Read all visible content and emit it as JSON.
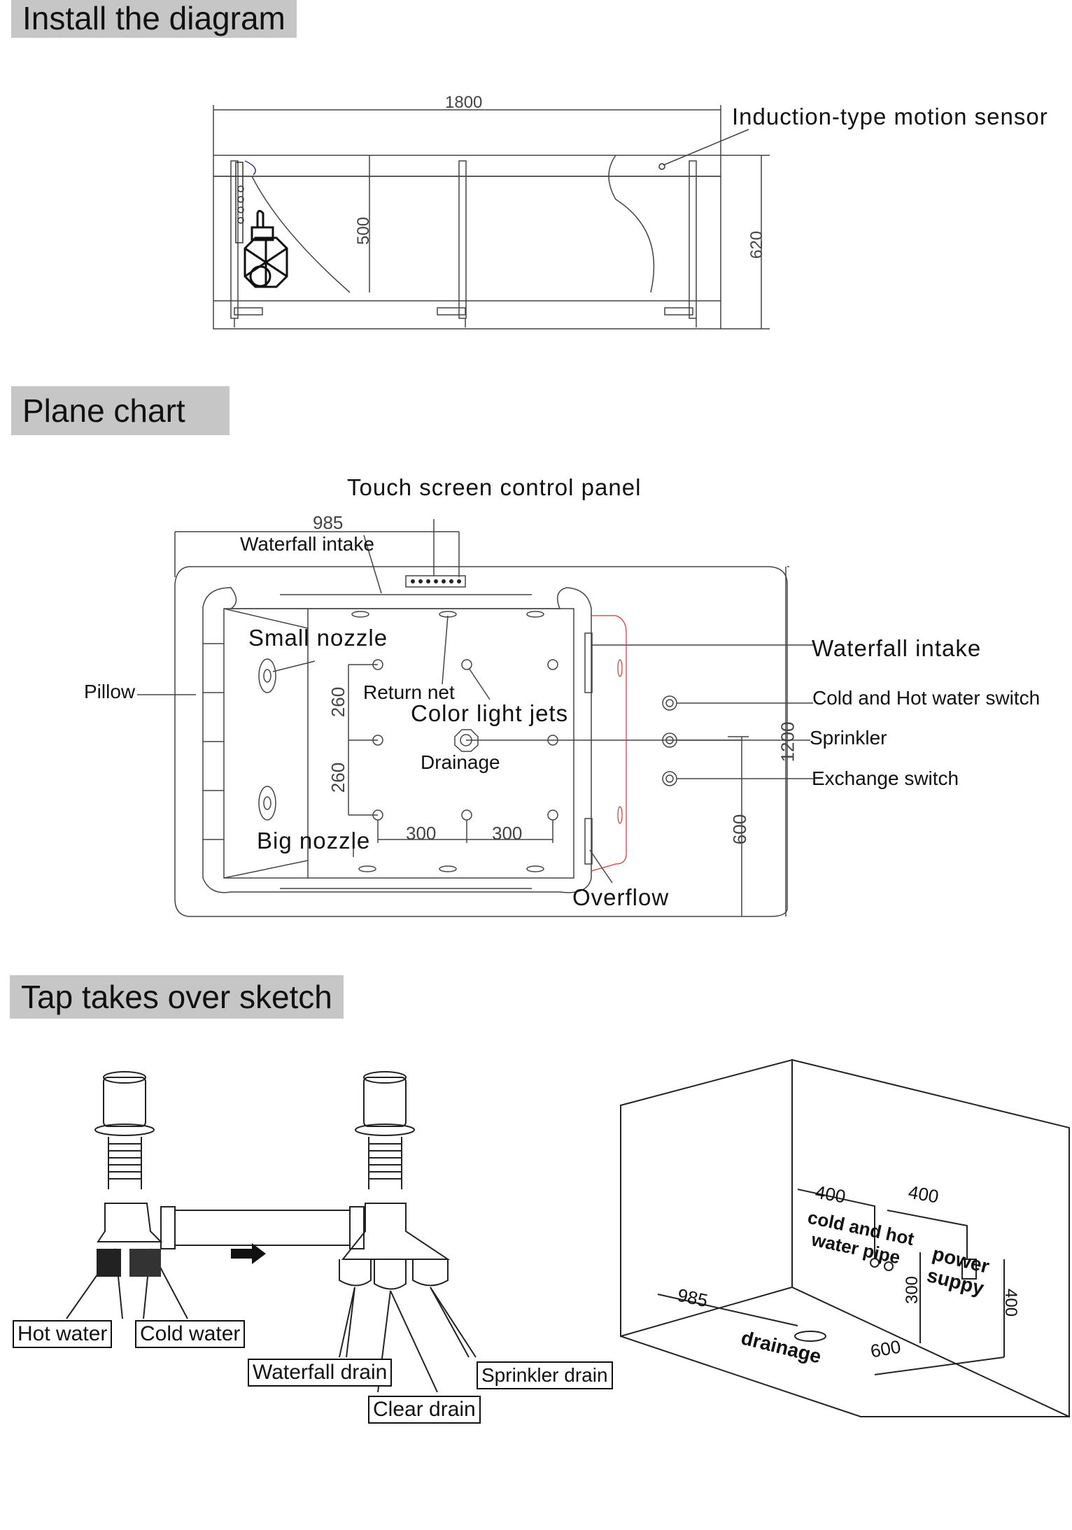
{
  "sections": {
    "install_title": "Install the diagram",
    "plane_title": "Plane chart",
    "tap_title": "Tap takes over sketch"
  },
  "install": {
    "dim_length": "1800",
    "dim_inner_height": "500",
    "dim_total_height": "620",
    "sensor_label": "Induction-type motion sensor"
  },
  "plane": {
    "touch_panel": "Touch screen control panel",
    "dim_985": "985",
    "waterfall_intake_top": "Waterfall intake",
    "small_nozzle": "Small  nozzle",
    "return_net": "Return  net",
    "color_light_jets": "Color light jets",
    "drainage": "Drainage",
    "big_nozzle": "Big  nozzle",
    "overflow": "Overflow",
    "pillow": "Pillow",
    "waterfall_intake_right": "Waterfall intake",
    "cold_hot_switch": "Cold  and  Hot  water  switch",
    "sprinkler": "Sprinkler",
    "exchange_switch": "Exchange  switch",
    "dim_260_a": "260",
    "dim_260_b": "260",
    "dim_300_a": "300",
    "dim_300_b": "300",
    "dim_1200": "1200",
    "dim_600": "600"
  },
  "tap": {
    "hot_water": "Hot water",
    "cold_water": "Cold water",
    "waterfall_drain": "Waterfall drain",
    "clear_drain": "Clear drain",
    "sprinkler_drain": "Sprinkler drain"
  },
  "room": {
    "dim_400_a": "400",
    "dim_400_b": "400",
    "dim_300": "300",
    "dim_400_c": "400",
    "dim_985": "985",
    "dim_600": "600",
    "pipe_line1": "cold and hot",
    "pipe_line2": "water pipe",
    "power_line1": "power",
    "power_line2": "suppy",
    "drainage": "drainage"
  }
}
